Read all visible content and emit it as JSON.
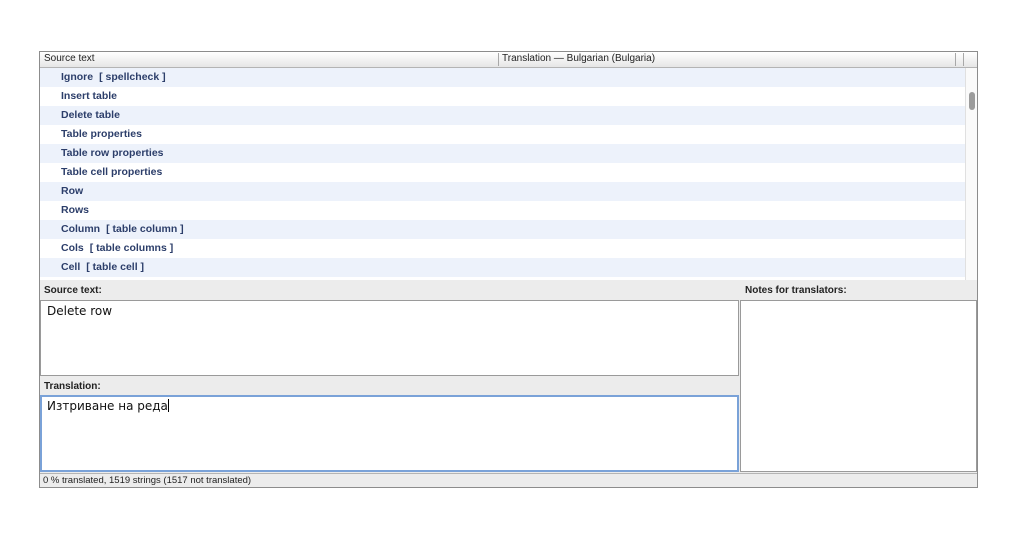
{
  "header": {
    "source_col": "Source text",
    "translation_col": "Translation — Bulgarian (Bulgaria)"
  },
  "list": {
    "rows": [
      {
        "text": "Ignore",
        "hint": "[ spellcheck ]"
      },
      {
        "text": "Insert table",
        "hint": ""
      },
      {
        "text": "Delete table",
        "hint": ""
      },
      {
        "text": "Table properties",
        "hint": ""
      },
      {
        "text": "Table row properties",
        "hint": ""
      },
      {
        "text": "Table cell properties",
        "hint": ""
      },
      {
        "text": "Row",
        "hint": ""
      },
      {
        "text": "Rows",
        "hint": ""
      },
      {
        "text": "Column",
        "hint": "[ table column ]"
      },
      {
        "text": "Cols",
        "hint": "[ table columns ]"
      },
      {
        "text": "Cell",
        "hint": "[ table cell ]"
      }
    ]
  },
  "source_panel": {
    "label": "Source text:",
    "value": "Delete row"
  },
  "notes_panel": {
    "label": "Notes for translators:",
    "value": ""
  },
  "translation_panel": {
    "label": "Translation:",
    "value": "Изтриване на реда"
  },
  "status": {
    "text": "0 % translated, 1519 strings (1517 not translated)"
  }
}
